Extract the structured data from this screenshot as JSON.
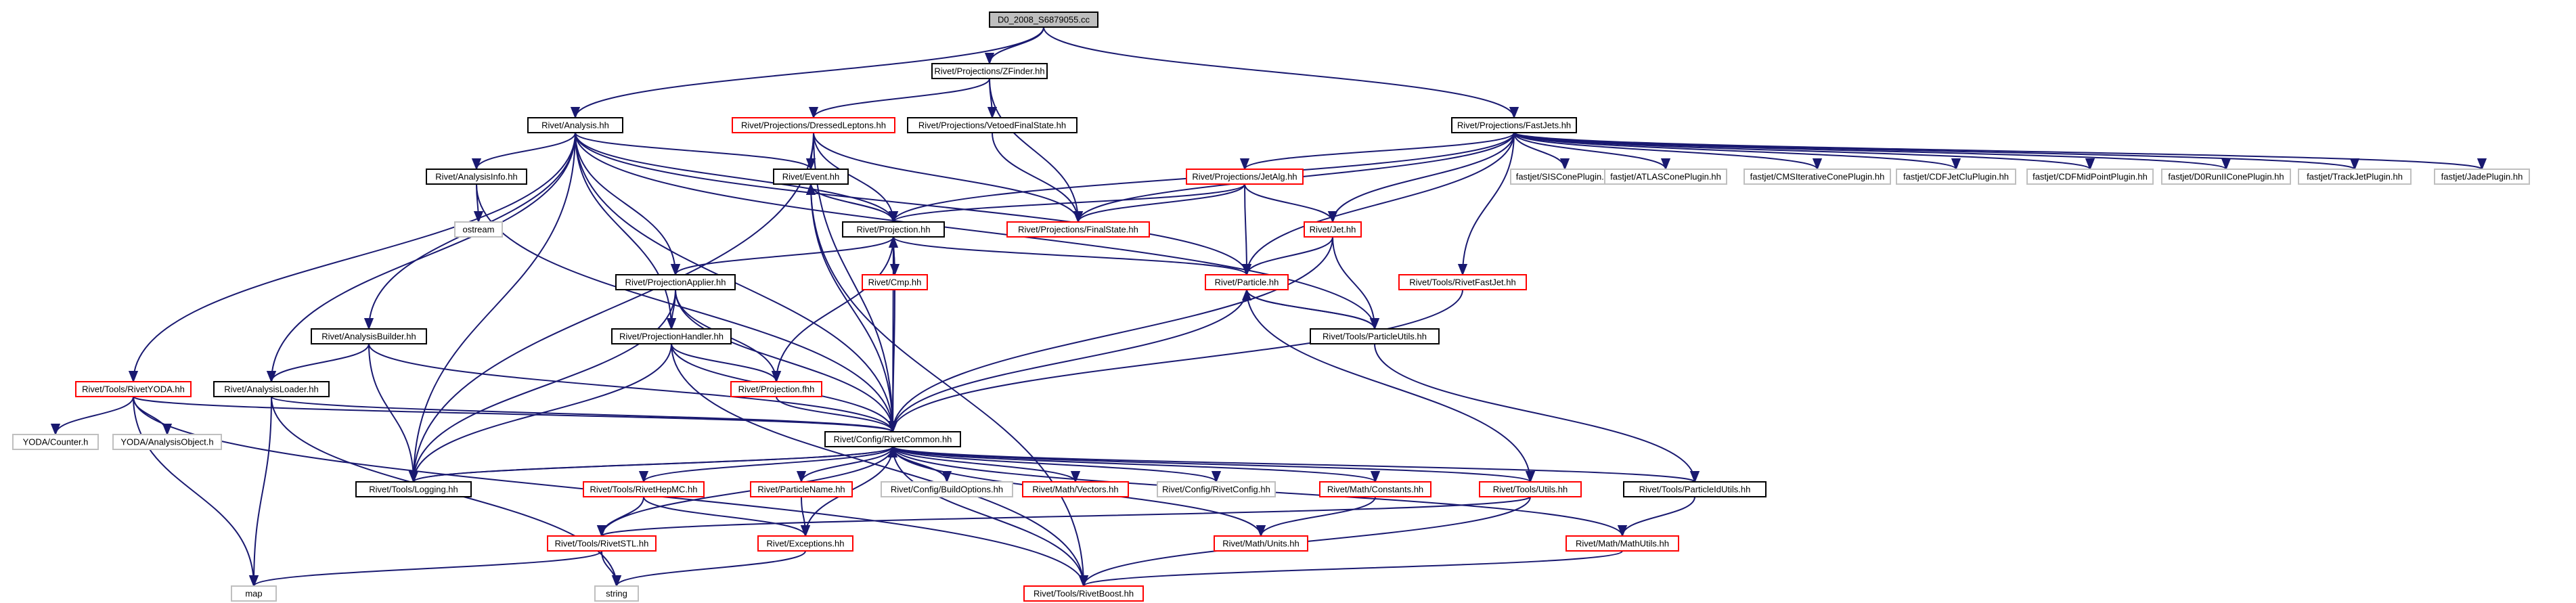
{
  "graph": {
    "colors": {
      "root_fill": "#bfbfbf",
      "internal_border": "#000000",
      "missing_border": "#ff0000",
      "external_border": "#bfbfbf",
      "edge": "#191970",
      "edge_alt": "#006400",
      "background": "#ffffff"
    },
    "nodes": [
      {
        "id": "root",
        "label": "D0_2008_S6879055.cc",
        "kind": "root"
      },
      {
        "id": "zfinder",
        "label": "Rivet/Projections/ZFinder.hh",
        "kind": "internal"
      },
      {
        "id": "analysis",
        "label": "Rivet/Analysis.hh",
        "kind": "internal"
      },
      {
        "id": "fastjets",
        "label": "Rivet/Projections/FastJets.hh",
        "kind": "internal"
      },
      {
        "id": "dressed",
        "label": "Rivet/Projections/DressedLeptons.hh",
        "kind": "missing"
      },
      {
        "id": "vetoed",
        "label": "Rivet/Projections/VetoedFinalState.hh",
        "kind": "internal"
      },
      {
        "id": "analysisinfo",
        "label": "Rivet/AnalysisInfo.hh",
        "kind": "internal"
      },
      {
        "id": "event",
        "label": "Rivet/Event.hh",
        "kind": "internal"
      },
      {
        "id": "jetalg",
        "label": "Rivet/Projections/JetAlg.hh",
        "kind": "missing"
      },
      {
        "id": "finalstate",
        "label": "Rivet/Projections/FinalState.hh",
        "kind": "missing"
      },
      {
        "id": "ostream",
        "label": "ostream",
        "kind": "external"
      },
      {
        "id": "projection",
        "label": "Rivet/Projection.hh",
        "kind": "internal"
      },
      {
        "id": "jet",
        "label": "Rivet/Jet.hh",
        "kind": "missing"
      },
      {
        "id": "siscone",
        "label": "fastjet/SISConePlugin.hh",
        "kind": "external"
      },
      {
        "id": "atlascone",
        "label": "fastjet/ATLASConePlugin.hh",
        "kind": "external"
      },
      {
        "id": "cmscone",
        "label": "fastjet/CMSIterativeConePlugin.hh",
        "kind": "external"
      },
      {
        "id": "cdfjetclu",
        "label": "fastjet/CDFJetCluPlugin.hh",
        "kind": "external"
      },
      {
        "id": "cdfmid",
        "label": "fastjet/CDFMidPointPlugin.hh",
        "kind": "external"
      },
      {
        "id": "d0run",
        "label": "fastjet/D0RunIIConePlugin.hh",
        "kind": "external"
      },
      {
        "id": "trackjet",
        "label": "fastjet/TrackJetPlugin.hh",
        "kind": "external"
      },
      {
        "id": "jade",
        "label": "fastjet/JadePlugin.hh",
        "kind": "external"
      },
      {
        "id": "projapplier",
        "label": "Rivet/ProjectionApplier.hh",
        "kind": "internal"
      },
      {
        "id": "cmp",
        "label": "Rivet/Cmp.hh",
        "kind": "missing"
      },
      {
        "id": "particle",
        "label": "Rivet/Particle.hh",
        "kind": "missing"
      },
      {
        "id": "rivetfastjet",
        "label": "Rivet/Tools/RivetFastJet.hh",
        "kind": "missing"
      },
      {
        "id": "analysisbuilder",
        "label": "Rivet/AnalysisBuilder.hh",
        "kind": "internal"
      },
      {
        "id": "projhandler",
        "label": "Rivet/ProjectionHandler.hh",
        "kind": "internal"
      },
      {
        "id": "particleutils",
        "label": "Rivet/Tools/ParticleUtils.hh",
        "kind": "internal"
      },
      {
        "id": "rivetyoda",
        "label": "Rivet/Tools/RivetYODA.hh",
        "kind": "missing"
      },
      {
        "id": "analysisloader",
        "label": "Rivet/AnalysisLoader.hh",
        "kind": "internal"
      },
      {
        "id": "projfhh",
        "label": "Rivet/Projection.fhh",
        "kind": "missing"
      },
      {
        "id": "yodacounter",
        "label": "YODA/Counter.h",
        "kind": "external"
      },
      {
        "id": "yodaobject",
        "label": "YODA/AnalysisObject.h",
        "kind": "external"
      },
      {
        "id": "rivetcommon",
        "label": "Rivet/Config/RivetCommon.hh",
        "kind": "internal"
      },
      {
        "id": "logging",
        "label": "Rivet/Tools/Logging.hh",
        "kind": "internal"
      },
      {
        "id": "rivethepmc",
        "label": "Rivet/Tools/RivetHepMC.hh",
        "kind": "missing"
      },
      {
        "id": "particlename",
        "label": "Rivet/ParticleName.hh",
        "kind": "missing"
      },
      {
        "id": "buildoptions",
        "label": "Rivet/Config/BuildOptions.hh",
        "kind": "external"
      },
      {
        "id": "vectors",
        "label": "Rivet/Math/Vectors.hh",
        "kind": "missing"
      },
      {
        "id": "rivetconfig",
        "label": "Rivet/Config/RivetConfig.hh",
        "kind": "external"
      },
      {
        "id": "constants",
        "label": "Rivet/Math/Constants.hh",
        "kind": "missing"
      },
      {
        "id": "utils",
        "label": "Rivet/Tools/Utils.hh",
        "kind": "missing"
      },
      {
        "id": "particleidutils",
        "label": "Rivet/Tools/ParticleIdUtils.hh",
        "kind": "internal"
      },
      {
        "id": "rivetstl",
        "label": "Rivet/Tools/RivetSTL.hh",
        "kind": "missing"
      },
      {
        "id": "exceptions",
        "label": "Rivet/Exceptions.hh",
        "kind": "missing"
      },
      {
        "id": "units",
        "label": "Rivet/Math/Units.hh",
        "kind": "missing"
      },
      {
        "id": "mathutils",
        "label": "Rivet/Math/MathUtils.hh",
        "kind": "missing"
      },
      {
        "id": "map",
        "label": "map",
        "kind": "external"
      },
      {
        "id": "string",
        "label": "string",
        "kind": "external"
      },
      {
        "id": "rivetboost",
        "label": "Rivet/Tools/RivetBoost.hh",
        "kind": "missing"
      }
    ],
    "edges": [
      [
        "root",
        "zfinder"
      ],
      [
        "root",
        "analysis"
      ],
      [
        "root",
        "fastjets"
      ],
      [
        "zfinder",
        "dressed"
      ],
      [
        "zfinder",
        "vetoed"
      ],
      [
        "zfinder",
        "finalstate"
      ],
      [
        "analysis",
        "analysisinfo"
      ],
      [
        "analysis",
        "event"
      ],
      [
        "analysis",
        "projection"
      ],
      [
        "analysis",
        "projapplier"
      ],
      [
        "analysis",
        "analysisbuilder"
      ],
      [
        "analysis",
        "projhandler"
      ],
      [
        "analysis",
        "analysisloader"
      ],
      [
        "analysis",
        "rivetyoda"
      ],
      [
        "analysis",
        "rivetcommon"
      ],
      [
        "analysis",
        "logging"
      ],
      [
        "analysis",
        "particle"
      ],
      [
        "analysis",
        "particleutils"
      ],
      [
        "fastjets",
        "jetalg"
      ],
      [
        "fastjets",
        "finalstate"
      ],
      [
        "fastjets",
        "projection"
      ],
      [
        "fastjets",
        "jet"
      ],
      [
        "fastjets",
        "particle"
      ],
      [
        "fastjets",
        "rivetfastjet"
      ],
      [
        "fastjets",
        "siscone"
      ],
      [
        "fastjets",
        "atlascone"
      ],
      [
        "fastjets",
        "cmscone"
      ],
      [
        "fastjets",
        "cdfjetclu"
      ],
      [
        "fastjets",
        "cdfmid"
      ],
      [
        "fastjets",
        "d0run"
      ],
      [
        "fastjets",
        "trackjet"
      ],
      [
        "fastjets",
        "jade"
      ],
      [
        "dressed",
        "event"
      ],
      [
        "dressed",
        "finalstate"
      ],
      [
        "dressed",
        "projection"
      ],
      [
        "dressed",
        "rivetcommon"
      ],
      [
        "dressed",
        "logging"
      ],
      [
        "vetoed",
        "finalstate"
      ],
      [
        "analysisinfo",
        "ostream"
      ],
      [
        "analysisinfo",
        "rivetcommon"
      ],
      [
        "event",
        "projection"
      ],
      [
        "event",
        "rivetcommon"
      ],
      [
        "event",
        "rivetboost"
      ],
      [
        "jetalg",
        "projection"
      ],
      [
        "jetalg",
        "finalstate"
      ],
      [
        "jetalg",
        "jet"
      ],
      [
        "jetalg",
        "particle"
      ],
      [
        "projection",
        "event"
      ],
      [
        "projection",
        "cmp"
      ],
      [
        "projection",
        "projapplier"
      ],
      [
        "projection",
        "projfhh"
      ],
      [
        "projection",
        "rivetcommon"
      ],
      [
        "projection",
        "particle"
      ],
      [
        "jet",
        "particle"
      ],
      [
        "jet",
        "particleutils"
      ],
      [
        "jet",
        "rivetcommon"
      ],
      [
        "projapplier",
        "projhandler"
      ],
      [
        "projapplier",
        "projfhh"
      ],
      [
        "projapplier",
        "rivetcommon"
      ],
      [
        "projapplier",
        "logging"
      ],
      [
        "cmp",
        "projection"
      ],
      [
        "cmp",
        "rivetcommon"
      ],
      [
        "particle",
        "rivetcommon"
      ],
      [
        "particle",
        "particleutils"
      ],
      [
        "particle",
        "utils"
      ],
      [
        "rivetfastjet",
        "rivetcommon"
      ],
      [
        "analysisbuilder",
        "analysisloader"
      ],
      [
        "analysisbuilder",
        "rivetcommon"
      ],
      [
        "analysisbuilder",
        "logging"
      ],
      [
        "projhandler",
        "projfhh"
      ],
      [
        "projhandler",
        "rivetcommon"
      ],
      [
        "projhandler",
        "logging"
      ],
      [
        "projhandler",
        "rivetboost"
      ],
      [
        "particleutils",
        "particle"
      ],
      [
        "particleutils",
        "particleidutils"
      ],
      [
        "rivetyoda",
        "yodacounter"
      ],
      [
        "rivetyoda",
        "yodaobject"
      ],
      [
        "rivetyoda",
        "rivetcommon"
      ],
      [
        "rivetyoda",
        "map"
      ],
      [
        "rivetyoda",
        "rivetboost"
      ],
      [
        "analysisloader",
        "rivetcommon"
      ],
      [
        "analysisloader",
        "map"
      ],
      [
        "analysisloader",
        "string"
      ],
      [
        "projfhh",
        "rivetcommon"
      ],
      [
        "rivetcommon",
        "logging"
      ],
      [
        "rivetcommon",
        "rivethepmc"
      ],
      [
        "rivetcommon",
        "particlename"
      ],
      [
        "rivetcommon",
        "buildoptions"
      ],
      [
        "rivetcommon",
        "vectors"
      ],
      [
        "rivetcommon",
        "rivetconfig"
      ],
      [
        "rivetcommon",
        "constants"
      ],
      [
        "rivetcommon",
        "utils"
      ],
      [
        "rivetcommon",
        "particleidutils"
      ],
      [
        "rivetcommon",
        "rivetstl"
      ],
      [
        "rivetcommon",
        "exceptions"
      ],
      [
        "rivetcommon",
        "units"
      ],
      [
        "rivetcommon",
        "mathutils"
      ],
      [
        "rivetcommon",
        "rivetboost"
      ],
      [
        "logging",
        "rivetcommon"
      ],
      [
        "rivethepmc",
        "rivetstl"
      ],
      [
        "rivethepmc",
        "exceptions"
      ],
      [
        "particlename",
        "exceptions"
      ],
      [
        "constants",
        "units"
      ],
      [
        "utils",
        "rivetstl"
      ],
      [
        "utils",
        "rivetboost"
      ],
      [
        "particleidutils",
        "mathutils"
      ],
      [
        "rivetstl",
        "map"
      ],
      [
        "rivetstl",
        "string"
      ],
      [
        "exceptions",
        "string"
      ],
      [
        "mathutils",
        "rivetboost"
      ]
    ]
  }
}
